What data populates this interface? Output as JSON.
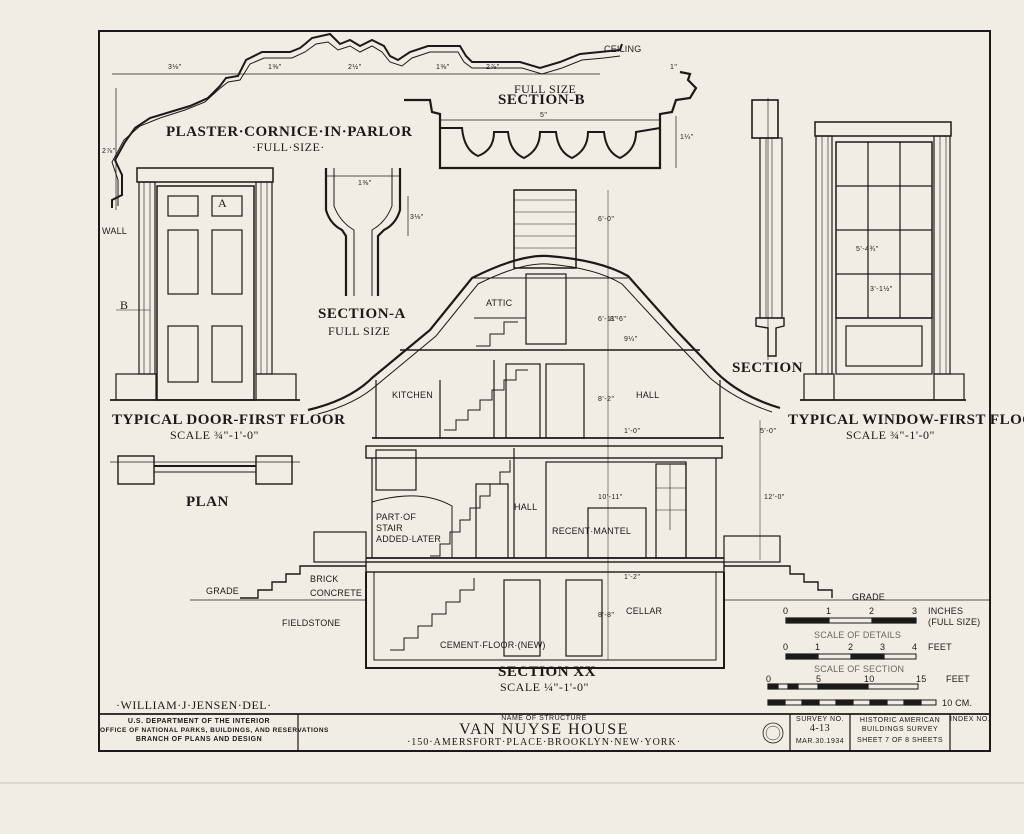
{
  "titles": {
    "cornice": "PLASTER·CORNICE·IN·PARLOR",
    "cornice_scale": "·FULL·SIZE·",
    "section_b_size": "FULL SIZE",
    "section_b": "SECTION-B",
    "section_a": "SECTION-A",
    "section_a_size": "FULL SIZE",
    "door": "TYPICAL DOOR-FIRST FLOOR",
    "door_scale": "SCALE ¾\"-1'-0\"",
    "plan": "PLAN",
    "window": "TYPICAL WINDOW-FIRST FLOOR",
    "window_scale": "SCALE ¾\"-1'-0\"",
    "window_section": "SECTION",
    "section_xx": "SECTION XX",
    "section_xx_scale": "SCALE ¼\"-1'-0\""
  },
  "dimensions": {
    "d1": "3⅛\"",
    "d2": "1⅜\"",
    "d3": "2½\"",
    "d4": "1⅜\"",
    "d5": "2⅞\"",
    "d6": "1\"",
    "d7": "5\"",
    "d8": "1¼\"",
    "d9": "2⅞\"",
    "d10": "1⅜\"",
    "d11": "3⅛\"",
    "h1": "6'-0\"",
    "h2": "6'-11\"",
    "h3": "8'-6\"",
    "h4": "9¼\"",
    "h5": "8'-2\"",
    "h6": "1'-0\"",
    "h7": "10'-11\"",
    "h8": "1'-2\"",
    "h9": "8'-8\"",
    "h10": "5'-0\"",
    "h11": "12'-0\"",
    "w1": "5'-4¾\"",
    "w2": "3'-1½\""
  },
  "labels": {
    "ceiling": "CEILING",
    "wall": "WALL",
    "attic": "ATTIC",
    "kitchen": "KITCHEN",
    "hall_upper": "HALL",
    "hall_lower": "HALL",
    "part_of_stair": "PART·OF\nSTAIR\nADDED·LATER",
    "recent_mantel": "RECENT·MANTEL",
    "cellar": "CELLAR",
    "cement_floor": "CEMENT·FLOOR·(NEW)",
    "grade_left": "GRADE",
    "grade_right": "GRADE",
    "brick": "BRICK",
    "concrete": "CONCRETE",
    "fieldstone": "FIELDSTONE",
    "door_a": "A",
    "door_b": "B"
  },
  "scales": {
    "inches_ticks": [
      "0",
      "1",
      "2",
      "3"
    ],
    "inches_unit": "INCHES (FULL SIZE)",
    "details_label": "SCALE OF DETAILS",
    "feet4_ticks": [
      "0",
      "1",
      "2",
      "3",
      "4"
    ],
    "feet4_unit": "FEET",
    "section_label": "SCALE OF SECTION",
    "feet15_ticks": [
      "0",
      "5",
      "10",
      "15"
    ],
    "feet15_unit": "FEET",
    "cm_unit": "10 CM."
  },
  "delineator": "·WILLIAM·J·JENSEN·DEL·",
  "title_block": {
    "dept_1": "U.S. DEPARTMENT OF THE INTERIOR",
    "dept_2": "OFFICE OF NATIONAL PARKS, BUILDINGS, AND RESERVATIONS",
    "dept_3": "BRANCH OF PLANS AND DESIGN",
    "name_caption": "NAME OF STRUCTURE",
    "name": "VAN NUYSE HOUSE",
    "address": "·150·AMERSFORT·PLACE·BROOKLYN·NEW·YORK·",
    "survey_caption": "SURVEY NO.",
    "survey_no": "4-13",
    "date": "MAR.30.1934",
    "habs_1": "HISTORIC AMERICAN",
    "habs_2": "BUILDINGS SURVEY",
    "sheet": "SHEET 7 OF 8 SHEETS",
    "index_caption": "INDEX NO."
  }
}
